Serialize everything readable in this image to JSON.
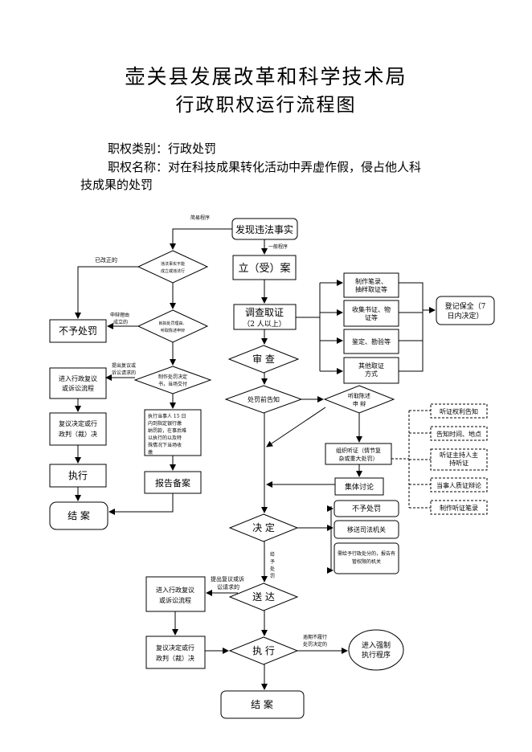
{
  "header": {
    "title_line1": "壶关县发展改革和科学技术局",
    "title_line2": "行政职权运行流程图"
  },
  "meta": {
    "category_line": "职权类别：行政处罚",
    "name_line1": "职权名称：对在科技成果转化活动中弄虚作假，侵占他人科",
    "name_line2": "技成果的处罚"
  },
  "flowchart": {
    "nodes": {
      "discover": "发现违法事实",
      "accept": "立（受）案",
      "investigate_1": "调查取证",
      "investigate_2": "（2 人以上）",
      "evid_1a": "制作笔录、",
      "evid_1b": "抽样取证等",
      "evid_2a": "收集书证、物",
      "evid_2b": "证等",
      "evid_3": "鉴定、勘验等",
      "evid_4a": "其他取证",
      "evid_4b": "方式",
      "preserve_1": "登记保全（7",
      "preserve_2": "日内决定）",
      "review": "审  查",
      "notice_diamond": "处罚前告知",
      "defense_1": "听取陈述",
      "defense_2": "申  辩",
      "hearing_org_1": "组织听证（情节复",
      "hearing_org_2": "杂或重大处罚）",
      "hearing_s1": "听证权利告知",
      "hearing_s2": "告知时间、地点",
      "hearing_s3a": "听证主持人主",
      "hearing_s3b": "持听证",
      "hearing_s4": "当事人质证辩论",
      "hearing_s5": "制作听证笔录",
      "collective": "集体讨论",
      "decide": "决  定",
      "out_1": "不予处罚",
      "out_2": "移送司法机关",
      "out_3a": "需给予行政处分的，报告有",
      "out_3b": "管权限的机关",
      "deliver": "送  达",
      "execute": "执  行",
      "enforce_1": "进入强制",
      "enforce_2": "执行程序",
      "close": "结  案",
      "left_d1a": "违法事实不能",
      "left_d1b": "成立或违法行",
      "left_d2a": "就拟处罚理由、",
      "left_d2b": "听取陈述申辩",
      "no_penalty": "不予处罚",
      "left_d3a": "制作处罚决定",
      "left_d3b": "书，当场交付",
      "enter_review_1": "进入行政复议",
      "enter_review_2": "或诉讼流程",
      "rev_decision_1": "复议决定或行",
      "rev_decision_2": "政判（裁）决",
      "left_exec": "执行",
      "left_close": "结  案",
      "pay_1": "执行当事人 15 日",
      "pay_2": "内到指定银行缴",
      "pay_3": "纳罚款，在事后难",
      "pay_4": "以执行的以及特",
      "pay_5": "殊情况下当场收",
      "pay_6": "缴",
      "report": "报告备案",
      "bottom_review_1": "进入行政复议",
      "bottom_review_2": "或诉讼流程",
      "bottom_decision_1": "复议决定或行",
      "bottom_decision_2": "政判（裁）决"
    },
    "labels": {
      "simple": "简易程序",
      "general": "一般程序",
      "corrected": "已改正的",
      "has_reason_1": "申辩理由",
      "has_reason_2": "成立的",
      "appeal_top_1": "提出复议或",
      "appeal_top_2": "诉讼请求的",
      "give_1": "给",
      "give_2": "予",
      "give_3": "处",
      "give_4": "罚",
      "appeal_bottom_1": "提出复议或诉",
      "appeal_bottom_2": "讼请求的",
      "overdue_1": "逾期不履行",
      "overdue_2": "处罚决定的"
    }
  }
}
